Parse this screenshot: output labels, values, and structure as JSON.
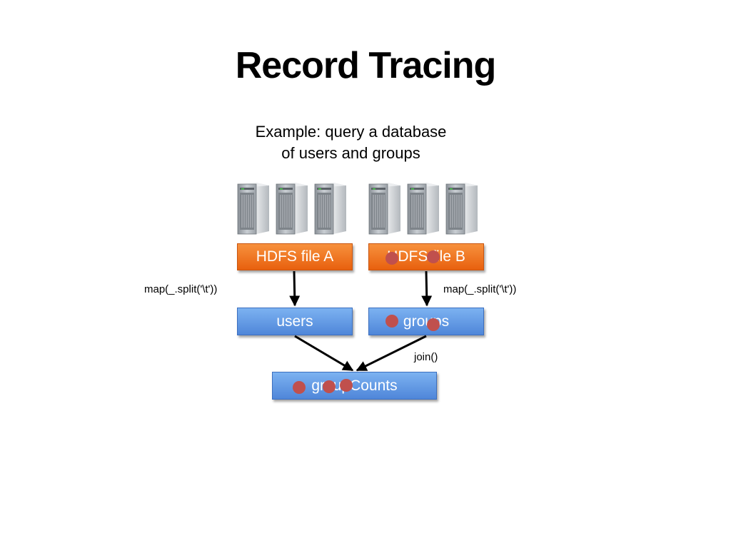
{
  "slide": {
    "title": "Record Tracing",
    "subtitle_line1": "Example: query a database",
    "subtitle_line2": "of users and groups"
  },
  "nodes": {
    "hdfs_a": "HDFS file A",
    "hdfs_b": "HDFS file B",
    "users": "users",
    "groups": "groups",
    "group_counts": "groupCounts"
  },
  "edges": {
    "map_left": "map(_.split('\\t'))",
    "map_right": "map(_.split('\\t'))",
    "join": "join()"
  },
  "icons": {
    "server": "server-tower-icon",
    "record": "record-dot"
  },
  "colors": {
    "hdfs": "#f07a26",
    "rdd": "#5f95e3",
    "record": "#c0504d"
  }
}
